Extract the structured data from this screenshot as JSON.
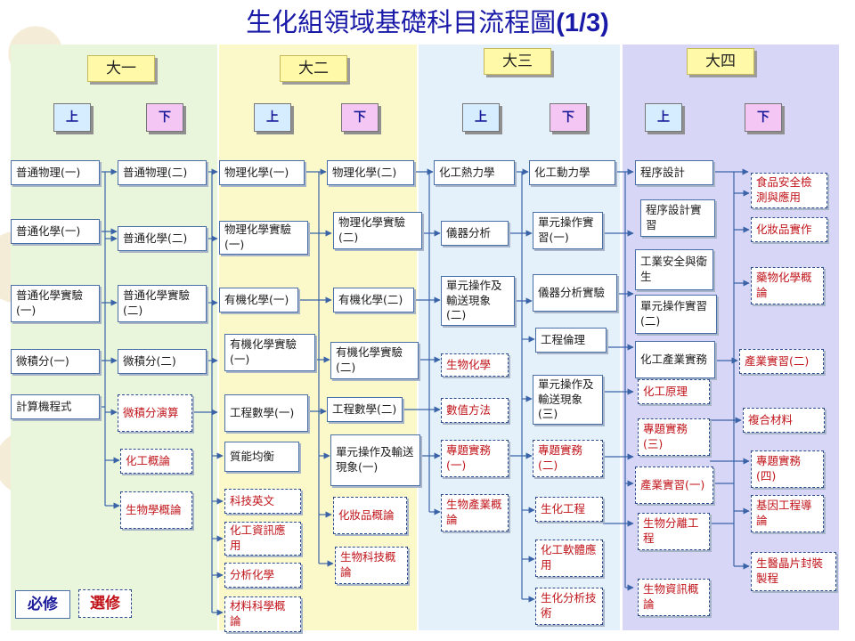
{
  "title": {
    "main": "生化組領域基礎科目流程圖",
    "suffix": "(1/3)"
  },
  "years": [
    "大一",
    "大二",
    "大三",
    "大四"
  ],
  "semesters": {
    "up": "上",
    "down": "下"
  },
  "colors": {
    "year1": "#eaf6dc",
    "year2": "#fbf8c9",
    "year3": "#e4f1fb",
    "year4": "#d8d6f6",
    "elective": "#c0141a",
    "required": "#1b1b1b"
  },
  "legend": {
    "required": "必修",
    "elective": "選修"
  },
  "courses": {
    "y1a_1": "普通物理(一)",
    "y1a_2": "普通化學(一)",
    "y1a_3": "普通化學實驗(一)",
    "y1a_4": "微積分(一)",
    "y1a_5": "計算機程式",
    "y1b_1": "普通物理(二)",
    "y1b_2": "普通化學(二)",
    "y1b_3": "普通化學實驗(二)",
    "y1b_4": "微積分(二)",
    "y1b_5": "微積分演算",
    "y1b_6": "化工概論",
    "y1b_7": "生物學概論",
    "y2a_1": "物理化學(一)",
    "y2a_2": "物理化學實驗(一)",
    "y2a_3": "有機化學(一)",
    "y2a_4": "有機化學實驗(一)",
    "y2a_5": "工程數學(一)",
    "y2a_6": "質能均衡",
    "y2a_7": "科技英文",
    "y2a_8": "化工資訊應用",
    "y2a_9": "分析化學",
    "y2a_10": "材料科學概論",
    "y2b_1": "物理化學(二)",
    "y2b_2": "物理化學實驗(二)",
    "y2b_3": "有機化學(二)",
    "y2b_4": "有機化學實驗(二)",
    "y2b_5": "工程數學(二)",
    "y2b_6": "單元操作及輸送現象(一)",
    "y2b_7": "化妝品概論",
    "y2b_8": "生物科技概論",
    "y3a_1": "化工熱力學",
    "y3a_2": "儀器分析",
    "y3a_3": "單元操作及輸送現象(二)",
    "y3a_4": "生物化學",
    "y3a_5": "數值方法",
    "y3a_6": "專題實務(一)",
    "y3a_7": "生物產業概論",
    "y3b_1": "化工動力學",
    "y3b_2": "單元操作實習(一)",
    "y3b_3": "儀器分析實驗",
    "y3b_4": "工程倫理",
    "y3b_5": "單元操作及輸送現象(三)",
    "y3b_6": "專題實務(二)",
    "y3b_7": "生化工程",
    "y3b_8": "化工軟體應用",
    "y3b_9": "生化分析技術",
    "y4a_1": "程序設計",
    "y4a_2": "程序設計實習",
    "y4a_3": "工業安全與衛生",
    "y4a_4": "單元操作實習(二)",
    "y4a_5": "化工產業實務",
    "y4a_6": "化工原理",
    "y4a_7": "專題實務(三)",
    "y4a_8": "產業實習(一)",
    "y4a_9": "生物分離工程",
    "y4a_10": "生物資訊概論",
    "y4b_1": "食品安全檢測與應用",
    "y4b_2": "化妝品實作",
    "y4b_3": "藥物化學概論",
    "y4b_4": "產業實習(二)",
    "y4b_5": "複合材料",
    "y4b_6": "專題實務(四)",
    "y4b_7": "基因工程導論",
    "y4b_8": "生醫晶片封裝製程"
  }
}
